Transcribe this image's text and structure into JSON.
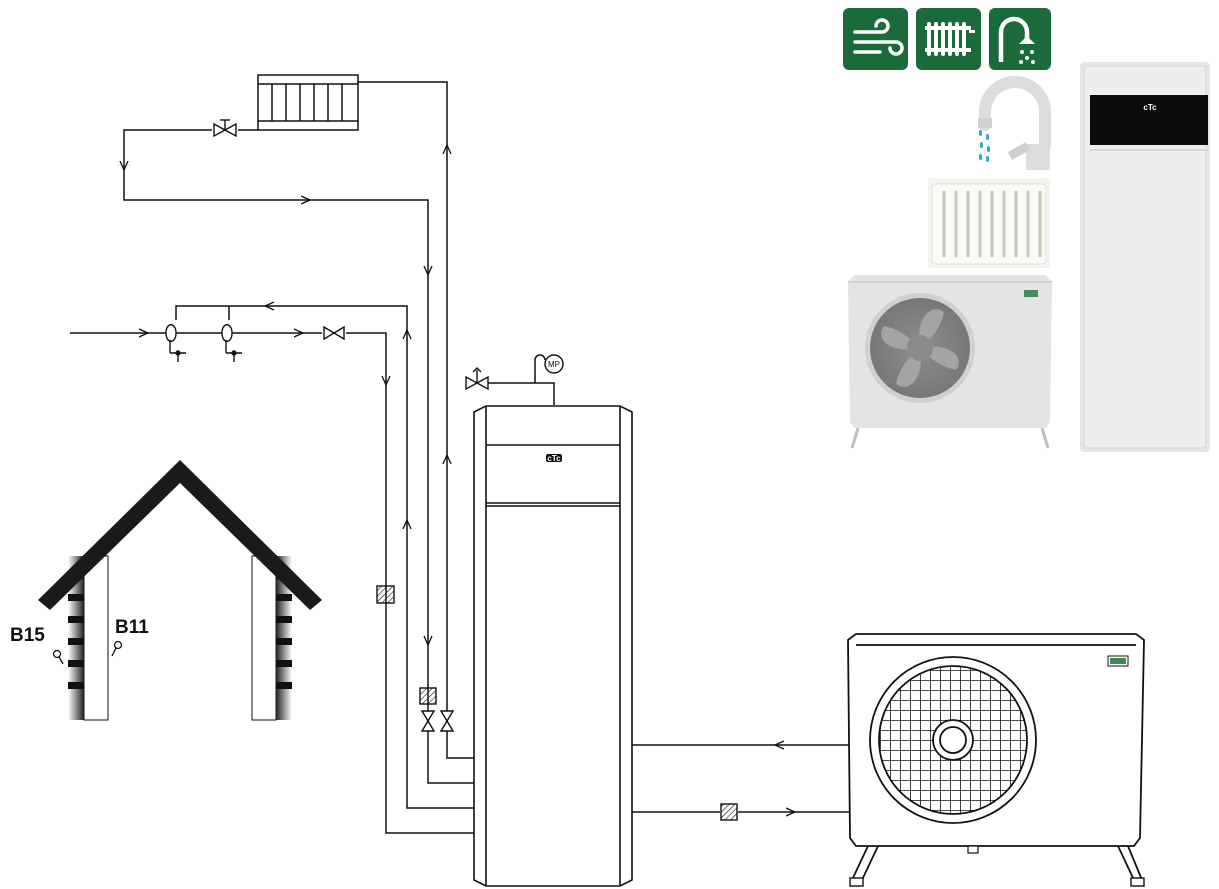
{
  "labels": {
    "sensor_outdoor": "B15",
    "sensor_flow": "B11",
    "pressure_gauge": "MP",
    "brand": "cTc"
  },
  "icons": [
    "ventilation-icon",
    "radiator-icon",
    "tap-water-icon"
  ],
  "colors": {
    "icon_green": "#1b6b3a",
    "line": "#111111",
    "product_grey": "#e4e4e4",
    "water_blue": "#3aa7d8",
    "display_black": "#0d0d0d"
  }
}
